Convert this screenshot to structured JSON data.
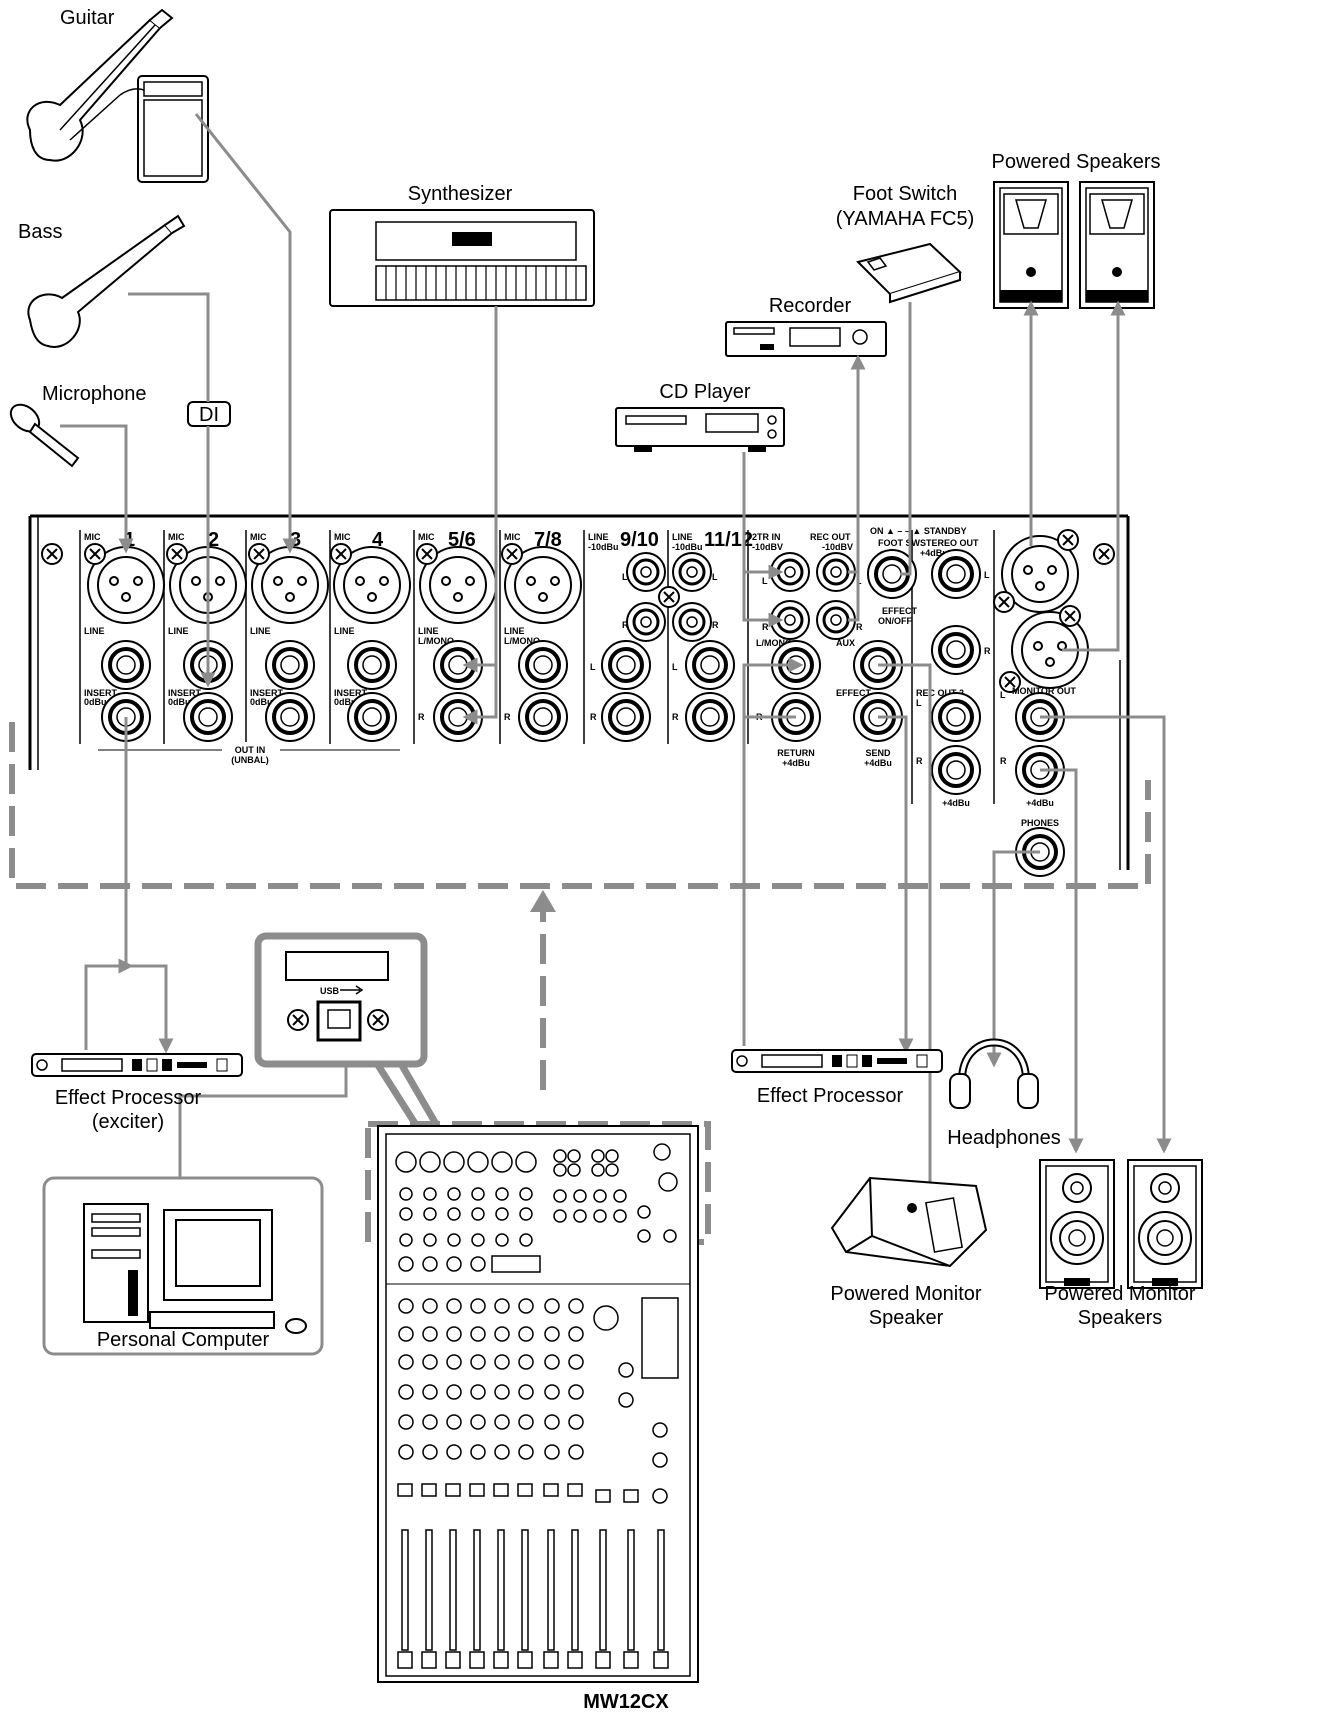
{
  "labels": {
    "guitar": "Guitar",
    "bass": "Bass",
    "microphone": "Microphone",
    "di": "DI",
    "synthesizer": "Synthesizer",
    "foot_switch": "Foot Switch",
    "foot_switch_model": "(YAMAHA FC5)",
    "powered_speakers": "Powered Speakers",
    "recorder": "Recorder",
    "cd_player": "CD Player",
    "effect_processor_exciter": "Effect Processor",
    "exciter": "(exciter)",
    "effect_processor": "Effect Processor",
    "personal_computer": "Personal Computer",
    "headphones": "Headphones",
    "powered_monitor_speaker": "Powered Monitor",
    "powered_monitor_speaker_2": "Speaker",
    "powered_monitor_speakers": "Powered Monitor",
    "powered_monitor_speakers_2": "Speakers",
    "model": "MW12CX"
  },
  "panel": {
    "channels": [
      "1",
      "2",
      "3",
      "4",
      "5/6",
      "7/8",
      "9/10",
      "11/12"
    ],
    "mic": "MIC",
    "line": "LINE",
    "line_mono": "L/MONO",
    "insert": "INSERT",
    "insert_level": "0dBu",
    "out_in": "OUT IN",
    "unbal": "(UNBAL)",
    "line_level": "-10dBu",
    "two_tr_in": "2TR IN",
    "rec_out": "REC OUT",
    "minus_10dbv": "-10dBV",
    "foot_sw": "FOOT SW",
    "effect_on_off": "EFFECT",
    "on_off": "ON/OFF",
    "standby": "ON ▲ – – ▲ STANDBY",
    "stereo_out": "STEREO OUT",
    "plus_4dbu": "+4dBu",
    "aux": "AUX",
    "effect": "EFFECT",
    "return": "RETURN",
    "send": "SEND",
    "rec_out_2": "REC OUT 2",
    "monitor_out": "MONITOR OUT",
    "phones": "PHONES",
    "l": "L",
    "r": "R",
    "usb": "USB"
  }
}
